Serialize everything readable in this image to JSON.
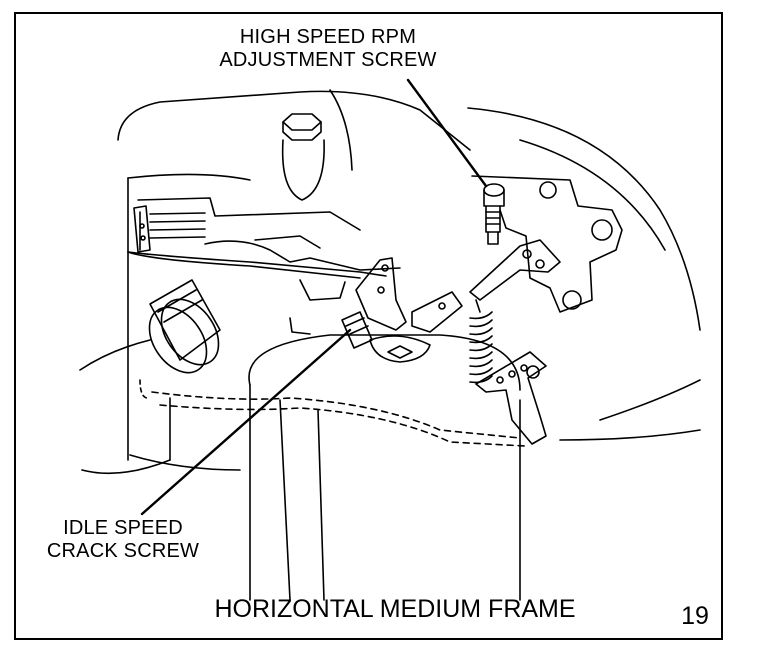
{
  "labels": {
    "high_speed_line1": "HIGH SPEED RPM",
    "high_speed_line2": "ADJUSTMENT SCREW",
    "idle_line1": "IDLE SPEED",
    "idle_line2": "CRACK SCREW"
  },
  "caption": "HORIZONTAL MEDIUM FRAME",
  "figure_number": "19"
}
